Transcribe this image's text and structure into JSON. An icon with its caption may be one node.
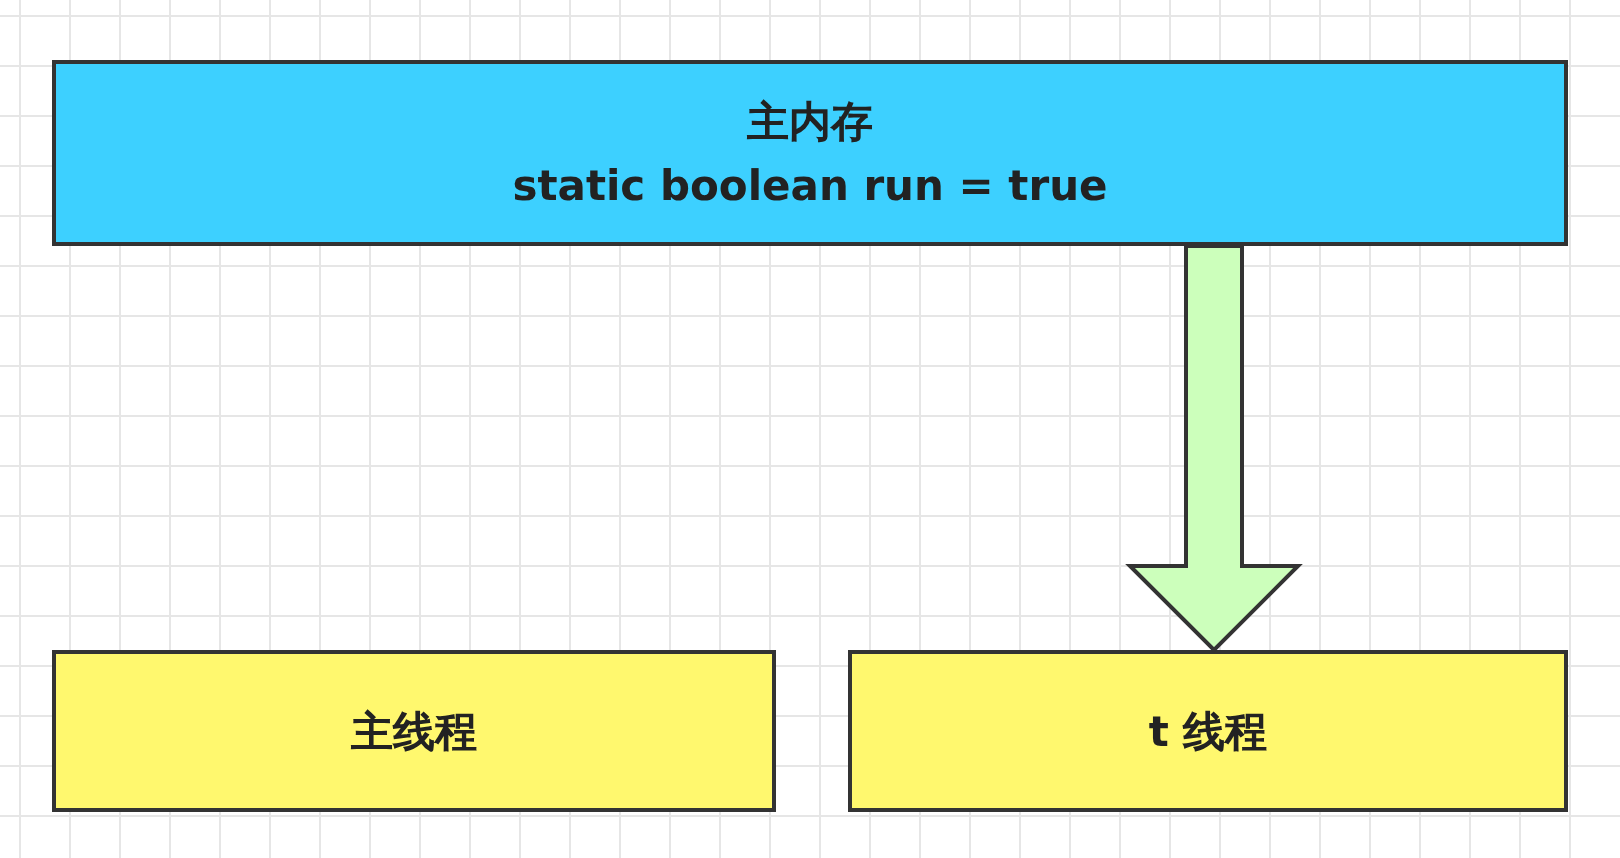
{
  "diagram": {
    "nodes": [
      {
        "text": [
          "主内存",
          "static boolean run = true"
        ]
      },
      {
        "text": [
          "主线程"
        ]
      },
      {
        "text": [
          "t 线程"
        ]
      }
    ],
    "edges": [
      {
        "from": 0,
        "to": 2,
        "arrow": "to",
        "style": "thick",
        "color": "#ccffbb"
      }
    ]
  }
}
